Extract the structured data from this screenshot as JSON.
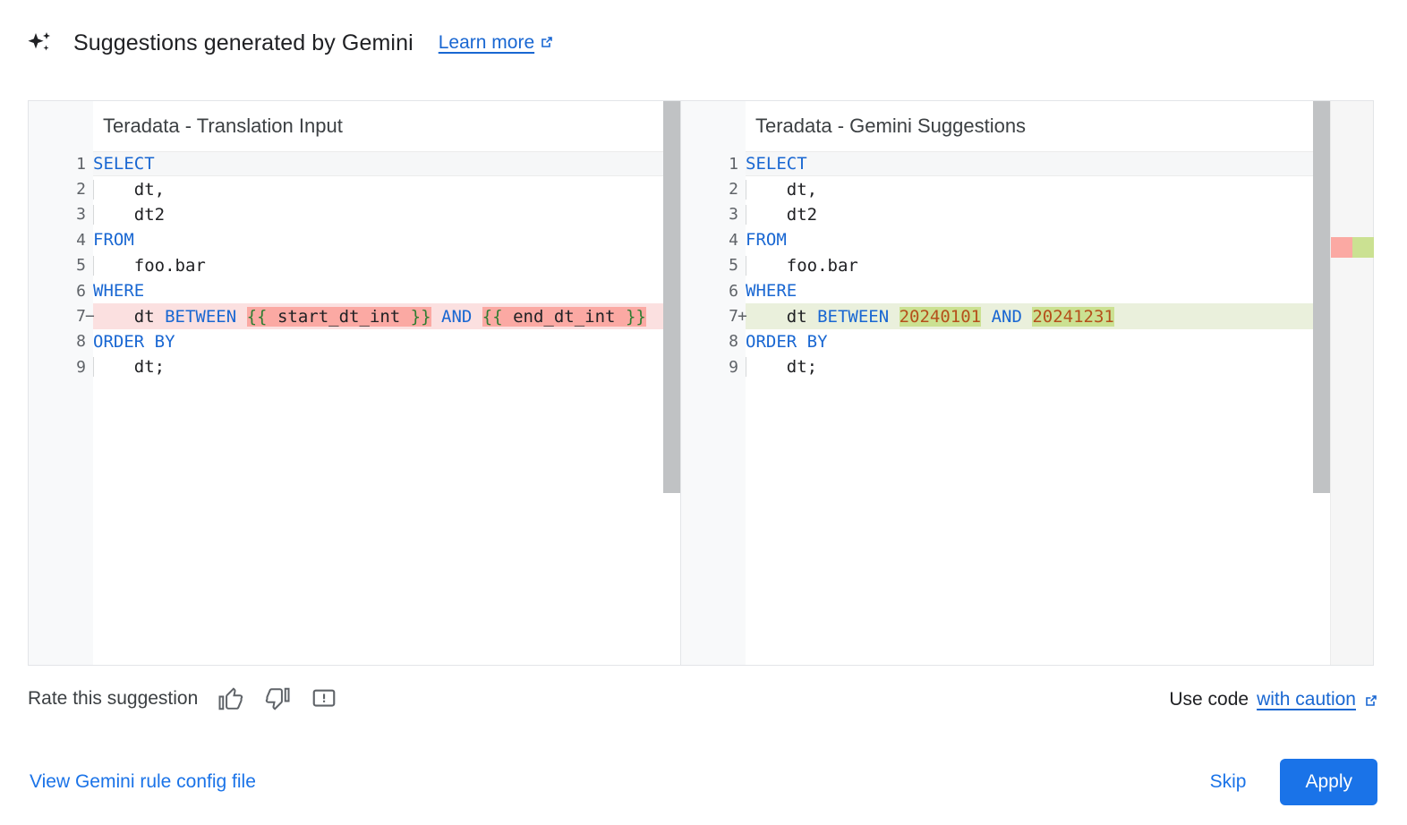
{
  "header": {
    "icon": "sparkle-icon",
    "title": "Suggestions generated by Gemini",
    "learn_more": "Learn more",
    "learn_more_icon": "external-link-icon"
  },
  "diff": {
    "left": {
      "title": "Teradata - Translation Input",
      "lines": [
        {
          "n": "1",
          "sign": "",
          "state": "current",
          "tokens": [
            {
              "t": "SELECT",
              "c": "kw"
            }
          ]
        },
        {
          "n": "2",
          "sign": "",
          "state": "",
          "indent": true,
          "tokens": [
            {
              "t": "    dt,",
              "c": ""
            }
          ]
        },
        {
          "n": "3",
          "sign": "",
          "state": "",
          "indent": true,
          "tokens": [
            {
              "t": "    dt2",
              "c": ""
            }
          ]
        },
        {
          "n": "4",
          "sign": "",
          "state": "",
          "tokens": [
            {
              "t": "FROM",
              "c": "kw"
            }
          ]
        },
        {
          "n": "5",
          "sign": "",
          "state": "",
          "indent": true,
          "tokens": [
            {
              "t": "    foo.bar",
              "c": ""
            }
          ]
        },
        {
          "n": "6",
          "sign": "",
          "state": "",
          "tokens": [
            {
              "t": "WHERE",
              "c": "kw"
            }
          ]
        },
        {
          "n": "7",
          "sign": "−",
          "state": "del",
          "tokens": [
            {
              "t": "    dt ",
              "c": ""
            },
            {
              "t": "BETWEEN",
              "c": "kw"
            },
            {
              "t": " ",
              "c": ""
            },
            {
              "t": "{{",
              "c": "brace hl-del"
            },
            {
              "t": " start_dt_int ",
              "c": "hl-del"
            },
            {
              "t": "}}",
              "c": "brace hl-del"
            },
            {
              "t": " ",
              "c": ""
            },
            {
              "t": "AND",
              "c": "kw"
            },
            {
              "t": " ",
              "c": ""
            },
            {
              "t": "{{",
              "c": "brace hl-del"
            },
            {
              "t": " end_dt_int ",
              "c": "hl-del"
            },
            {
              "t": "}}",
              "c": "brace hl-del"
            }
          ]
        },
        {
          "n": "8",
          "sign": "",
          "state": "",
          "tokens": [
            {
              "t": "ORDER BY",
              "c": "kw"
            }
          ]
        },
        {
          "n": "9",
          "sign": "",
          "state": "",
          "indent": true,
          "tokens": [
            {
              "t": "    dt;",
              "c": ""
            }
          ]
        }
      ]
    },
    "right": {
      "title": "Teradata - Gemini Suggestions",
      "lines": [
        {
          "n": "1",
          "sign": "",
          "state": "current",
          "tokens": [
            {
              "t": "SELECT",
              "c": "kw"
            }
          ]
        },
        {
          "n": "2",
          "sign": "",
          "state": "",
          "indent": true,
          "tokens": [
            {
              "t": "    dt,",
              "c": ""
            }
          ]
        },
        {
          "n": "3",
          "sign": "",
          "state": "",
          "indent": true,
          "tokens": [
            {
              "t": "    dt2",
              "c": ""
            }
          ]
        },
        {
          "n": "4",
          "sign": "",
          "state": "",
          "tokens": [
            {
              "t": "FROM",
              "c": "kw"
            }
          ]
        },
        {
          "n": "5",
          "sign": "",
          "state": "",
          "indent": true,
          "tokens": [
            {
              "t": "    foo.bar",
              "c": ""
            }
          ]
        },
        {
          "n": "6",
          "sign": "",
          "state": "",
          "tokens": [
            {
              "t": "WHERE",
              "c": "kw"
            }
          ]
        },
        {
          "n": "7",
          "sign": "+",
          "state": "add",
          "tokens": [
            {
              "t": "    dt ",
              "c": ""
            },
            {
              "t": "BETWEEN",
              "c": "kw"
            },
            {
              "t": " ",
              "c": ""
            },
            {
              "t": "20240101",
              "c": "num hl-add"
            },
            {
              "t": " ",
              "c": ""
            },
            {
              "t": "AND",
              "c": "kw"
            },
            {
              "t": " ",
              "c": ""
            },
            {
              "t": "20241231",
              "c": "num hl-add"
            }
          ]
        },
        {
          "n": "8",
          "sign": "",
          "state": "",
          "tokens": [
            {
              "t": "ORDER BY",
              "c": "kw"
            }
          ]
        },
        {
          "n": "9",
          "sign": "",
          "state": "",
          "indent": true,
          "tokens": [
            {
              "t": "    dt;",
              "c": ""
            }
          ]
        }
      ],
      "minimap": {
        "removed_color": "#fba9a3",
        "added_color": "#cbe192"
      }
    }
  },
  "rate": {
    "label": "Rate this suggestion",
    "icons": [
      "thumb-up-icon",
      "thumb-down-icon",
      "report-feedback-icon"
    ]
  },
  "caution": {
    "prefix": "Use code",
    "link": "with caution",
    "icon": "external-link-icon"
  },
  "footer": {
    "config_link": "View Gemini rule config file",
    "skip_label": "Skip",
    "apply_label": "Apply",
    "apply_color": "#1a73e8"
  }
}
